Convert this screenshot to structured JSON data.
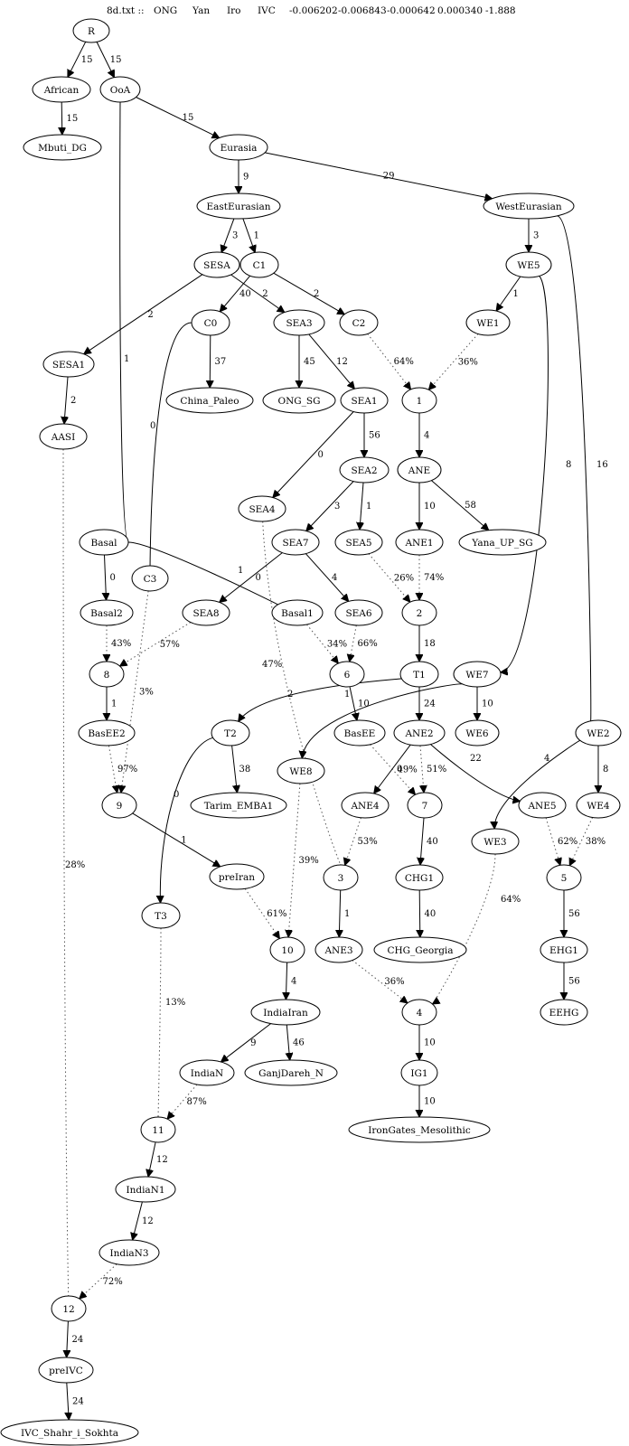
{
  "header": {
    "items": [
      "8d.txt ::",
      "ONG",
      "Yan",
      "Iro",
      "IVC",
      "-0.006202",
      "-0.006843",
      "-0.000642",
      "0.000340",
      "-1.888"
    ]
  },
  "graph": {
    "nodes": [
      {
        "id": "R",
        "label": "R"
      },
      {
        "id": "African",
        "label": "African"
      },
      {
        "id": "OoA",
        "label": "OoA"
      },
      {
        "id": "Mbuti_DG",
        "label": "Mbuti_DG"
      },
      {
        "id": "Eurasia",
        "label": "Eurasia"
      },
      {
        "id": "EastEurasian",
        "label": "EastEurasian"
      },
      {
        "id": "WestEurasian",
        "label": "WestEurasian"
      },
      {
        "id": "SESA",
        "label": "SESA"
      },
      {
        "id": "C1",
        "label": "C1"
      },
      {
        "id": "WE5",
        "label": "WE5"
      },
      {
        "id": "C0",
        "label": "C0"
      },
      {
        "id": "SEA3",
        "label": "SEA3"
      },
      {
        "id": "C2",
        "label": "C2"
      },
      {
        "id": "WE1",
        "label": "WE1"
      },
      {
        "id": "SESA1",
        "label": "SESA1"
      },
      {
        "id": "China_Paleo",
        "label": "China_Paleo"
      },
      {
        "id": "ONG_SG",
        "label": "ONG_SG"
      },
      {
        "id": "SEA1",
        "label": "SEA1"
      },
      {
        "id": "n1",
        "label": "1"
      },
      {
        "id": "AASI",
        "label": "AASI"
      },
      {
        "id": "SEA2",
        "label": "SEA2"
      },
      {
        "id": "ANE",
        "label": "ANE"
      },
      {
        "id": "SEA4",
        "label": "SEA4"
      },
      {
        "id": "Basal",
        "label": "Basal"
      },
      {
        "id": "SEA7",
        "label": "SEA7"
      },
      {
        "id": "SEA5",
        "label": "SEA5"
      },
      {
        "id": "ANE1",
        "label": "ANE1"
      },
      {
        "id": "Yana_UP_SG",
        "label": "Yana_UP_SG"
      },
      {
        "id": "C3",
        "label": "C3"
      },
      {
        "id": "Basal2",
        "label": "Basal2"
      },
      {
        "id": "SEA8",
        "label": "SEA8"
      },
      {
        "id": "Basal1",
        "label": "Basal1"
      },
      {
        "id": "SEA6",
        "label": "SEA6"
      },
      {
        "id": "n2",
        "label": "2"
      },
      {
        "id": "n8",
        "label": "8"
      },
      {
        "id": "n6",
        "label": "6"
      },
      {
        "id": "T1",
        "label": "T1"
      },
      {
        "id": "WE7",
        "label": "WE7"
      },
      {
        "id": "BasEE2",
        "label": "BasEE2"
      },
      {
        "id": "T2",
        "label": "T2"
      },
      {
        "id": "BasEE",
        "label": "BasEE"
      },
      {
        "id": "ANE2",
        "label": "ANE2"
      },
      {
        "id": "WE6",
        "label": "WE6"
      },
      {
        "id": "WE2",
        "label": "WE2"
      },
      {
        "id": "WE8",
        "label": "WE8"
      },
      {
        "id": "n9",
        "label": "9"
      },
      {
        "id": "Tarim_EMBA1",
        "label": "Tarim_EMBA1"
      },
      {
        "id": "ANE4",
        "label": "ANE4"
      },
      {
        "id": "n7",
        "label": "7"
      },
      {
        "id": "ANE5",
        "label": "ANE5"
      },
      {
        "id": "WE4",
        "label": "WE4"
      },
      {
        "id": "WE3",
        "label": "WE3"
      },
      {
        "id": "preIran",
        "label": "preIran"
      },
      {
        "id": "n3",
        "label": "3"
      },
      {
        "id": "CHG1",
        "label": "CHG1"
      },
      {
        "id": "n5",
        "label": "5"
      },
      {
        "id": "T3",
        "label": "T3"
      },
      {
        "id": "n10",
        "label": "10"
      },
      {
        "id": "ANE3",
        "label": "ANE3"
      },
      {
        "id": "CHG_Georgia",
        "label": "CHG_Georgia"
      },
      {
        "id": "EHG1",
        "label": "EHG1"
      },
      {
        "id": "IndiaIran",
        "label": "IndiaIran"
      },
      {
        "id": "n4",
        "label": "4"
      },
      {
        "id": "EEHG",
        "label": "EEHG"
      },
      {
        "id": "IndiaN",
        "label": "IndiaN"
      },
      {
        "id": "GanjDareh_N",
        "label": "GanjDareh_N"
      },
      {
        "id": "IG1",
        "label": "IG1"
      },
      {
        "id": "n11",
        "label": "11"
      },
      {
        "id": "IronGates_Mesolithic",
        "label": "IronGates_Mesolithic"
      },
      {
        "id": "IndiaN1",
        "label": "IndiaN1"
      },
      {
        "id": "IndiaN3",
        "label": "IndiaN3"
      },
      {
        "id": "n12",
        "label": "12"
      },
      {
        "id": "preIVC",
        "label": "preIVC"
      },
      {
        "id": "IVC_Shahr_i_Sokhta",
        "label": "IVC_Shahr_i_Sokhta"
      }
    ],
    "edges": [
      {
        "from": "R",
        "to": "African",
        "label": "15",
        "style": "solid"
      },
      {
        "from": "R",
        "to": "OoA",
        "label": "15",
        "style": "solid"
      },
      {
        "from": "African",
        "to": "Mbuti_DG",
        "label": "15",
        "style": "solid"
      },
      {
        "from": "OoA",
        "to": "Eurasia",
        "label": "15",
        "style": "solid"
      },
      {
        "from": "OoA",
        "to": "Basal",
        "label": "1",
        "style": "solid"
      },
      {
        "from": "Eurasia",
        "to": "EastEurasian",
        "label": "9",
        "style": "solid"
      },
      {
        "from": "Eurasia",
        "to": "WestEurasian",
        "label": "29",
        "style": "solid"
      },
      {
        "from": "EastEurasian",
        "to": "SESA",
        "label": "3",
        "style": "solid"
      },
      {
        "from": "EastEurasian",
        "to": "C1",
        "label": "1",
        "style": "solid"
      },
      {
        "from": "WestEurasian",
        "to": "WE5",
        "label": "3",
        "style": "solid"
      },
      {
        "from": "WestEurasian",
        "to": "WE2",
        "label": "16",
        "style": "solid"
      },
      {
        "from": "SESA",
        "to": "SESA1",
        "label": "2",
        "style": "solid"
      },
      {
        "from": "SESA",
        "to": "SEA3",
        "label": "2",
        "style": "solid"
      },
      {
        "from": "C1",
        "to": "C0",
        "label": "40",
        "style": "solid"
      },
      {
        "from": "C1",
        "to": "C2",
        "label": "2",
        "style": "solid"
      },
      {
        "from": "WE5",
        "to": "WE1",
        "label": "1",
        "style": "solid"
      },
      {
        "from": "WE5",
        "to": "WE7",
        "label": "8",
        "style": "solid"
      },
      {
        "from": "C0",
        "to": "China_Paleo",
        "label": "37",
        "style": "solid"
      },
      {
        "from": "C0",
        "to": "C3",
        "label": "0",
        "style": "solid"
      },
      {
        "from": "SEA3",
        "to": "ONG_SG",
        "label": "45",
        "style": "solid"
      },
      {
        "from": "SEA3",
        "to": "SEA1",
        "label": "12",
        "style": "solid"
      },
      {
        "from": "C2",
        "to": "n1",
        "label": "64%",
        "style": "dotted"
      },
      {
        "from": "WE1",
        "to": "n1",
        "label": "36%",
        "style": "dotted"
      },
      {
        "from": "SESA1",
        "to": "AASI",
        "label": "2",
        "style": "solid"
      },
      {
        "from": "AASI",
        "to": "n12",
        "label": "28%",
        "style": "dotted"
      },
      {
        "from": "SEA1",
        "to": "SEA4",
        "label": "0",
        "style": "solid"
      },
      {
        "from": "SEA1",
        "to": "SEA2",
        "label": "56",
        "style": "solid"
      },
      {
        "from": "n1",
        "to": "ANE",
        "label": "4",
        "style": "solid"
      },
      {
        "from": "SEA2",
        "to": "SEA7",
        "label": "3",
        "style": "solid"
      },
      {
        "from": "SEA2",
        "to": "SEA5",
        "label": "1",
        "style": "solid"
      },
      {
        "from": "ANE",
        "to": "ANE1",
        "label": "10",
        "style": "solid"
      },
      {
        "from": "ANE",
        "to": "Yana_UP_SG",
        "label": "58",
        "style": "solid"
      },
      {
        "from": "SEA4",
        "to": "n3",
        "label": "47%",
        "style": "dotted"
      },
      {
        "from": "Basal",
        "to": "Basal2",
        "label": "0",
        "style": "solid"
      },
      {
        "from": "Basal",
        "to": "Basal1",
        "label": "1",
        "style": "solid"
      },
      {
        "from": "SEA7",
        "to": "SEA8",
        "label": "0",
        "style": "solid"
      },
      {
        "from": "SEA7",
        "to": "SEA6",
        "label": "4",
        "style": "solid"
      },
      {
        "from": "SEA5",
        "to": "n2",
        "label": "26%",
        "style": "dotted"
      },
      {
        "from": "ANE1",
        "to": "n2",
        "label": "74%",
        "style": "dotted"
      },
      {
        "from": "C3",
        "to": "n9",
        "label": "3%",
        "style": "dotted"
      },
      {
        "from": "Basal2",
        "to": "n8",
        "label": "43%",
        "style": "dotted"
      },
      {
        "from": "SEA8",
        "to": "n8",
        "label": "57%",
        "style": "dotted"
      },
      {
        "from": "Basal1",
        "to": "n6",
        "label": "34%",
        "style": "dotted"
      },
      {
        "from": "SEA6",
        "to": "n6",
        "label": "66%",
        "style": "dotted"
      },
      {
        "from": "n2",
        "to": "T1",
        "label": "18",
        "style": "solid"
      },
      {
        "from": "n8",
        "to": "BasEE2",
        "label": "1",
        "style": "solid"
      },
      {
        "from": "n6",
        "to": "BasEE",
        "label": "10",
        "style": "solid"
      },
      {
        "from": "T1",
        "to": "T2",
        "label": "2",
        "style": "solid"
      },
      {
        "from": "T1",
        "to": "ANE2",
        "label": "24",
        "style": "solid"
      },
      {
        "from": "WE7",
        "to": "WE8",
        "label": "1",
        "style": "solid"
      },
      {
        "from": "WE7",
        "to": "WE6",
        "label": "10",
        "style": "solid"
      },
      {
        "from": "BasEE2",
        "to": "n9",
        "label": "97%",
        "style": "dotted"
      },
      {
        "from": "T2",
        "to": "Tarim_EMBA1",
        "label": "38",
        "style": "solid"
      },
      {
        "from": "T2",
        "to": "T3",
        "label": "0",
        "style": "solid"
      },
      {
        "from": "BasEE",
        "to": "n7",
        "label": "49%",
        "style": "dotted"
      },
      {
        "from": "ANE2",
        "to": "ANE4",
        "label": "0",
        "style": "solid"
      },
      {
        "from": "ANE2",
        "to": "n7",
        "label": "51%",
        "style": "dotted"
      },
      {
        "from": "ANE2",
        "to": "ANE5",
        "label": "22",
        "style": "solid"
      },
      {
        "from": "WE2",
        "to": "WE3",
        "label": "4",
        "style": "solid"
      },
      {
        "from": "WE2",
        "to": "WE4",
        "label": "8",
        "style": "solid"
      },
      {
        "from": "WE8",
        "to": "n10",
        "label": "39%",
        "style": "dotted"
      },
      {
        "from": "n9",
        "to": "preIran",
        "label": "1",
        "style": "solid"
      },
      {
        "from": "ANE4",
        "to": "n3",
        "label": "53%",
        "style": "dotted"
      },
      {
        "from": "n7",
        "to": "CHG1",
        "label": "40",
        "style": "solid"
      },
      {
        "from": "ANE5",
        "to": "n5",
        "label": "62%",
        "style": "dotted"
      },
      {
        "from": "WE4",
        "to": "n5",
        "label": "38%",
        "style": "dotted"
      },
      {
        "from": "WE3",
        "to": "n4",
        "label": "64%",
        "style": "dotted"
      },
      {
        "from": "preIran",
        "to": "n10",
        "label": "61%",
        "style": "dotted"
      },
      {
        "from": "n3",
        "to": "ANE3",
        "label": "1",
        "style": "solid"
      },
      {
        "from": "CHG1",
        "to": "CHG_Georgia",
        "label": "40",
        "style": "solid"
      },
      {
        "from": "n5",
        "to": "EHG1",
        "label": "56",
        "style": "solid"
      },
      {
        "from": "T3",
        "to": "n11",
        "label": "13%",
        "style": "dotted"
      },
      {
        "from": "n10",
        "to": "IndiaIran",
        "label": "4",
        "style": "solid"
      },
      {
        "from": "ANE3",
        "to": "n4",
        "label": "36%",
        "style": "dotted"
      },
      {
        "from": "EHG1",
        "to": "EEHG",
        "label": "56",
        "style": "solid"
      },
      {
        "from": "IndiaIran",
        "to": "IndiaN",
        "label": "9",
        "style": "solid"
      },
      {
        "from": "IndiaIran",
        "to": "GanjDareh_N",
        "label": "46",
        "style": "solid"
      },
      {
        "from": "n4",
        "to": "IG1",
        "label": "10",
        "style": "solid"
      },
      {
        "from": "IndiaN",
        "to": "n11",
        "label": "87%",
        "style": "dotted"
      },
      {
        "from": "IG1",
        "to": "IronGates_Mesolithic",
        "label": "10",
        "style": "solid"
      },
      {
        "from": "n11",
        "to": "IndiaN1",
        "label": "12",
        "style": "solid"
      },
      {
        "from": "IndiaN1",
        "to": "IndiaN3",
        "label": "12",
        "style": "solid"
      },
      {
        "from": "IndiaN3",
        "to": "n12",
        "label": "72%",
        "style": "dotted"
      },
      {
        "from": "n12",
        "to": "preIVC",
        "label": "24",
        "style": "solid"
      },
      {
        "from": "preIVC",
        "to": "IVC_Shahr_i_Sokhta",
        "label": "24",
        "style": "solid"
      }
    ]
  }
}
